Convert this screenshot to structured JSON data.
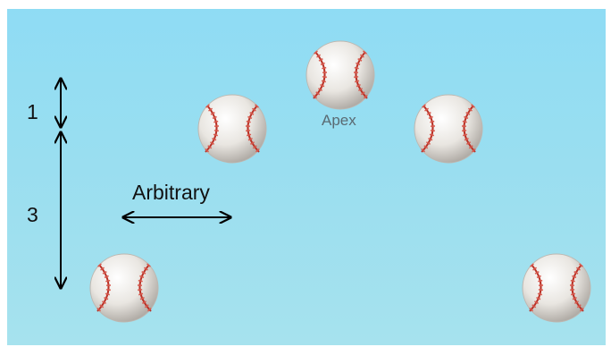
{
  "diagram": {
    "background_color": "#93ddf2",
    "labels": {
      "interval_small": "1",
      "interval_large": "3",
      "horizontal": "Arbitrary",
      "apex": "Apex"
    },
    "ball_colors": {
      "leather": "#f4f2ee",
      "stitch": "#c0392b"
    },
    "balls": [
      "ball-launch",
      "ball-rise",
      "ball-apex",
      "ball-fall",
      "ball-land"
    ]
  }
}
